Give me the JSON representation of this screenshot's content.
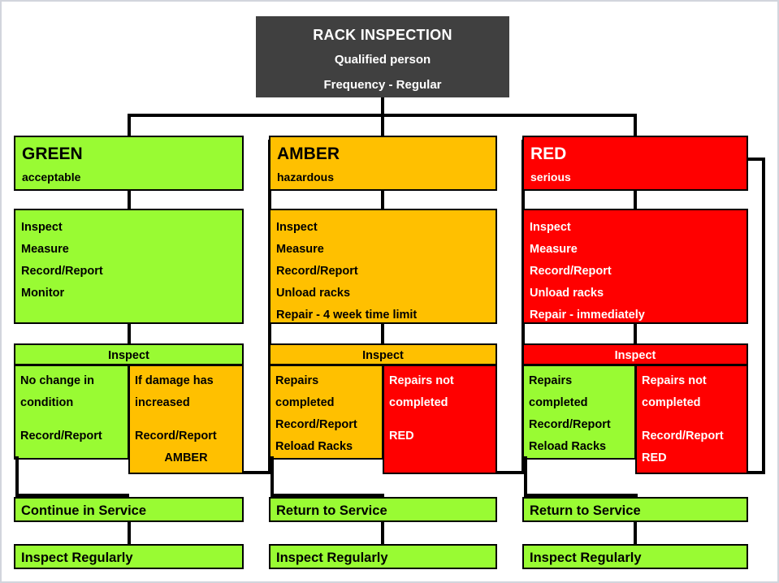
{
  "title_box": {
    "line1": "RACK INSPECTION",
    "line2": "Qualified person",
    "line3": "Frequency - Regular"
  },
  "colors": {
    "green": "#99fb33",
    "amber": "#ffc000",
    "red": "#ff0000",
    "title_gray": "#404040",
    "border": "#000000",
    "frame": "#d2d5dd"
  },
  "columns": [
    {
      "key": "green",
      "header": {
        "name": "GREEN",
        "sub": "acceptable"
      },
      "actions": [
        "Inspect",
        "Measure",
        "Record/Report",
        "Monitor"
      ],
      "inspect_label": "Inspect",
      "left": {
        "color": "green",
        "lines": [
          "No change in",
          "condition",
          "",
          "Record/Report"
        ]
      },
      "right": {
        "color": "amber",
        "lines": [
          "If damage has",
          "increased",
          "",
          "Record/Report",
          "AMBER"
        ]
      },
      "outcome": "Continue in Service",
      "followup": "Inspect Regularly"
    },
    {
      "key": "amber",
      "header": {
        "name": "AMBER",
        "sub": "hazardous"
      },
      "actions": [
        "Inspect",
        "Measure",
        "Record/Report",
        "Unload racks",
        "Repair - 4 week time limit"
      ],
      "inspect_label": "Inspect",
      "left": {
        "color": "amber",
        "lines": [
          "Repairs",
          "completed",
          "Record/Report",
          "Reload Racks"
        ]
      },
      "right": {
        "color": "red",
        "lines": [
          "Repairs not",
          "completed",
          "",
          "RED"
        ]
      },
      "outcome": "Return to Service",
      "followup": "Inspect Regularly"
    },
    {
      "key": "red",
      "header": {
        "name": "RED",
        "sub": "serious"
      },
      "actions": [
        "Inspect",
        "Measure",
        "Record/Report",
        "Unload racks",
        "Repair - immediately"
      ],
      "inspect_label": "Inspect",
      "left": {
        "color": "green",
        "lines": [
          "Repairs",
          "completed",
          "Record/Report",
          "Reload Racks"
        ]
      },
      "right": {
        "color": "red",
        "lines": [
          "Repairs not",
          "completed",
          "",
          "Record/Report",
          "RED"
        ]
      },
      "outcome": "Return to Service",
      "followup": "Inspect Regularly"
    }
  ]
}
